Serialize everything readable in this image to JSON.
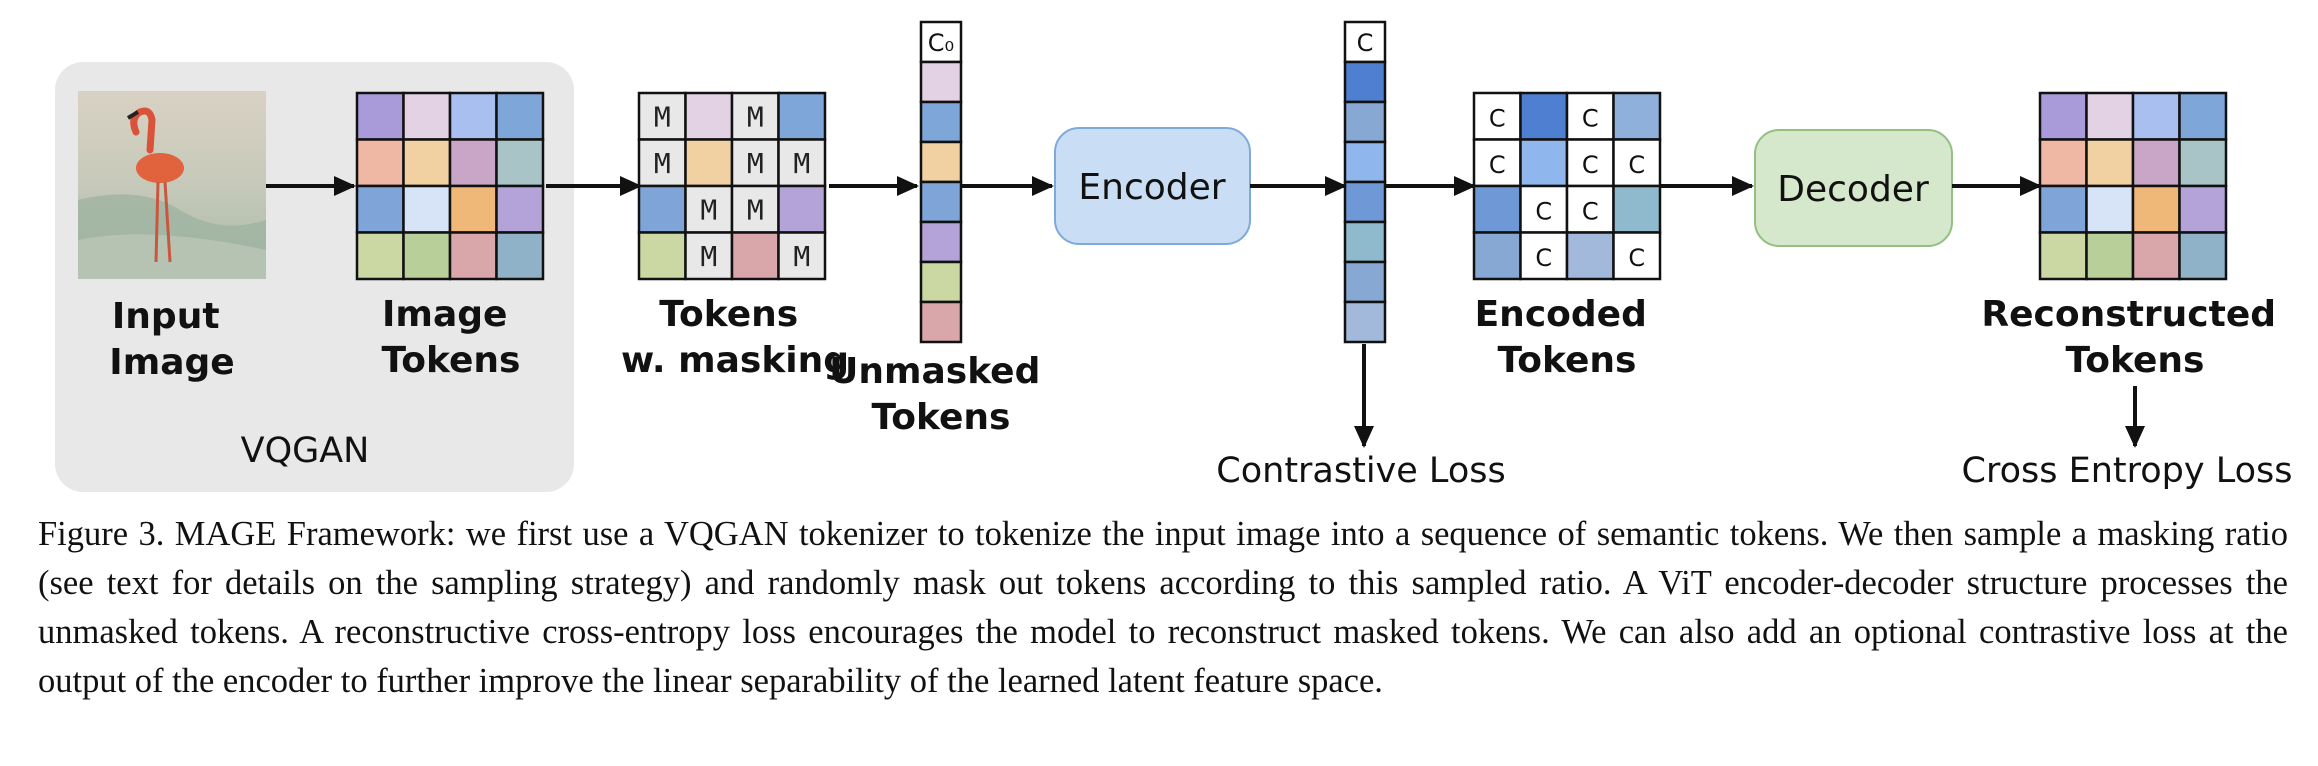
{
  "diagram": {
    "labels": {
      "input_image": [
        "Input",
        "Image"
      ],
      "image_tokens": [
        "Image",
        "Tokens"
      ],
      "masked_tokens": [
        "Tokens",
        "w. masking"
      ],
      "unmasked_tokens": [
        "Unmasked",
        "Tokens"
      ],
      "encoded_tokens": [
        "Encoded",
        "Tokens"
      ],
      "reconstructed_tokens": [
        "Reconstructed",
        "Tokens"
      ],
      "vqgan": "VQGAN",
      "contrastive_loss": "Contrastive Loss",
      "cross_entropy_loss": "Cross Entropy Loss"
    },
    "encoder_label": "Encoder",
    "decoder_label": "Decoder",
    "mask_symbol": "M",
    "contrastive_symbol": "C",
    "cls_symbol": "C₀",
    "colors": {
      "vqgan_panel": "#e8e8e8",
      "encoder_fill": "#c9def5",
      "encoder_stroke": "#7fa9d9",
      "decoder_fill": "#d6e8cc",
      "decoder_stroke": "#93bf82",
      "mask_cell": "#e8e8e8",
      "c_cell": "#ffffff"
    },
    "token_palette": [
      [
        "#a99bd9",
        "#e3d2e3",
        "#a9bff0",
        "#7ea6d9"
      ],
      [
        "#eeb8a4",
        "#f1d0a2",
        "#c9a6c7",
        "#a8c4c7"
      ],
      [
        "#7fa5d8",
        "#d7e3f6",
        "#f0b878",
        "#b3a3d9"
      ],
      [
        "#cbd8a4",
        "#b9cf99",
        "#d9a6aa",
        "#8fb2c9"
      ]
    ],
    "masked_grid": [
      [
        "M",
        "",
        "M",
        ""
      ],
      [
        "M",
        "",
        "M",
        "M"
      ],
      [
        "",
        "M",
        "M",
        ""
      ],
      [
        "",
        "M",
        "",
        "M"
      ]
    ],
    "encoded_grid_colors": [
      [
        "#ffffff",
        "#4f7fd1",
        "#ffffff",
        "#8fb0db"
      ],
      [
        "#ffffff",
        "#8fb7ee",
        "#ffffff",
        "#ffffff"
      ],
      [
        "#6f99d6",
        "#ffffff",
        "#ffffff",
        "#8fbacd"
      ],
      [
        "#86a8d2",
        "#ffffff",
        "#a3b9dc",
        "#ffffff"
      ]
    ],
    "encoded_grid": [
      [
        "C",
        "",
        "C",
        ""
      ],
      [
        "C",
        "",
        "C",
        "C"
      ],
      [
        "",
        "C",
        "C",
        ""
      ],
      [
        "",
        "C",
        "",
        "C"
      ]
    ],
    "unmasked_column_colors": [
      "#e3d2e3",
      "#7ea6d9",
      "#f1d0a2",
      "#7fa5d8",
      "#b3a3d9",
      "#cbd8a4",
      "#d9a6aa"
    ],
    "encoder_column_colors": [
      "#4f7fd1",
      "#86a8d2",
      "#8fb7ee",
      "#6f99d6",
      "#8fbacd",
      "#86a8d2",
      "#a3b9dc"
    ]
  },
  "caption": "Figure 3. MAGE Framework: we first use a VQGAN tokenizer to tokenize the input image into a sequence of semantic tokens. We then sample a masking ratio (see text for details on the sampling strategy) and randomly mask out tokens according to this sampled ratio. A ViT encoder-decoder structure processes the unmasked tokens. A reconstructive cross-entropy loss encourages the model to reconstruct masked tokens. We can also add an optional contrastive loss at the output of the encoder to further improve the linear separability of the learned latent feature space."
}
